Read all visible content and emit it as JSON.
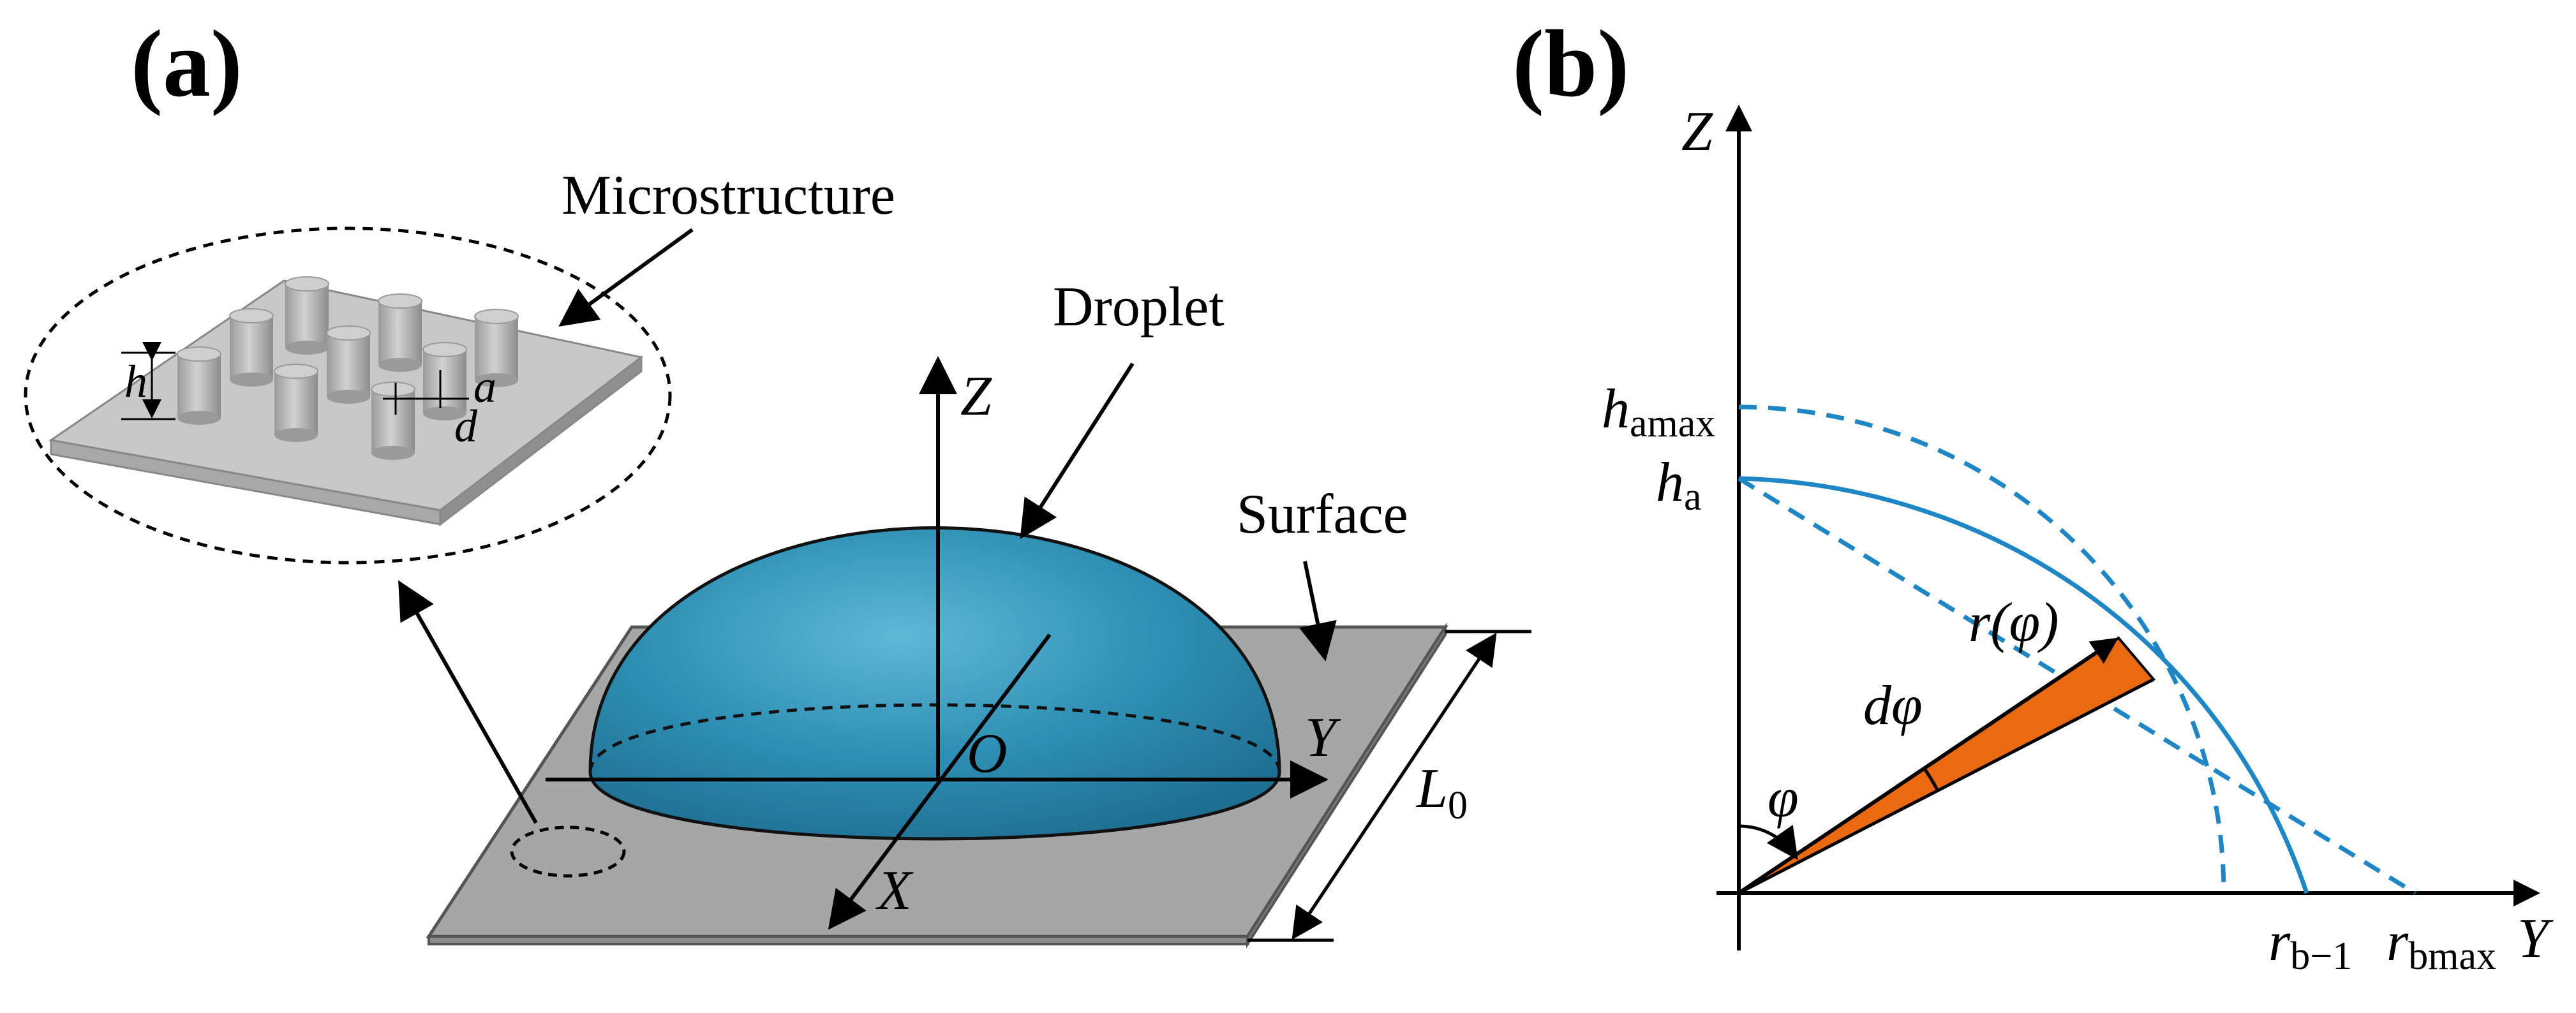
{
  "panels": {
    "a": {
      "label": "(a)",
      "labels": {
        "microstructure": "Microstructure",
        "droplet": "Droplet",
        "surface": "Surface",
        "z_axis": "Z",
        "y_axis": "Y",
        "x_axis": "X",
        "origin": "O",
        "length": "L",
        "length_sub": "0",
        "pillar_height": "h",
        "pillar_spacing": "d",
        "pillar_width": "a"
      }
    },
    "b": {
      "label": "(b)",
      "labels": {
        "z_axis": "Z",
        "y_axis": "Y",
        "h_amax_base": "h",
        "h_amax_sub": "amax",
        "h_a_base": "h",
        "h_a_sub": "a",
        "radius": "r(φ)",
        "d_phi": "dφ",
        "phi": "φ",
        "r_b1_base": "r",
        "r_b1_sub": "b−1",
        "r_bmax_base": "r",
        "r_bmax_sub": "bmax"
      }
    }
  },
  "colors": {
    "droplet": "#2e8fb4",
    "droplet_highlight": "#5fb8d6",
    "surface": "#a6a6a6",
    "surface_edge": "#7a7a7a",
    "microstructure_plate": "#c8c8c8",
    "pillar": "#b5b5b5",
    "curve": "#1f86c6",
    "wedge": "#ea6a12",
    "ink": "#000000"
  }
}
